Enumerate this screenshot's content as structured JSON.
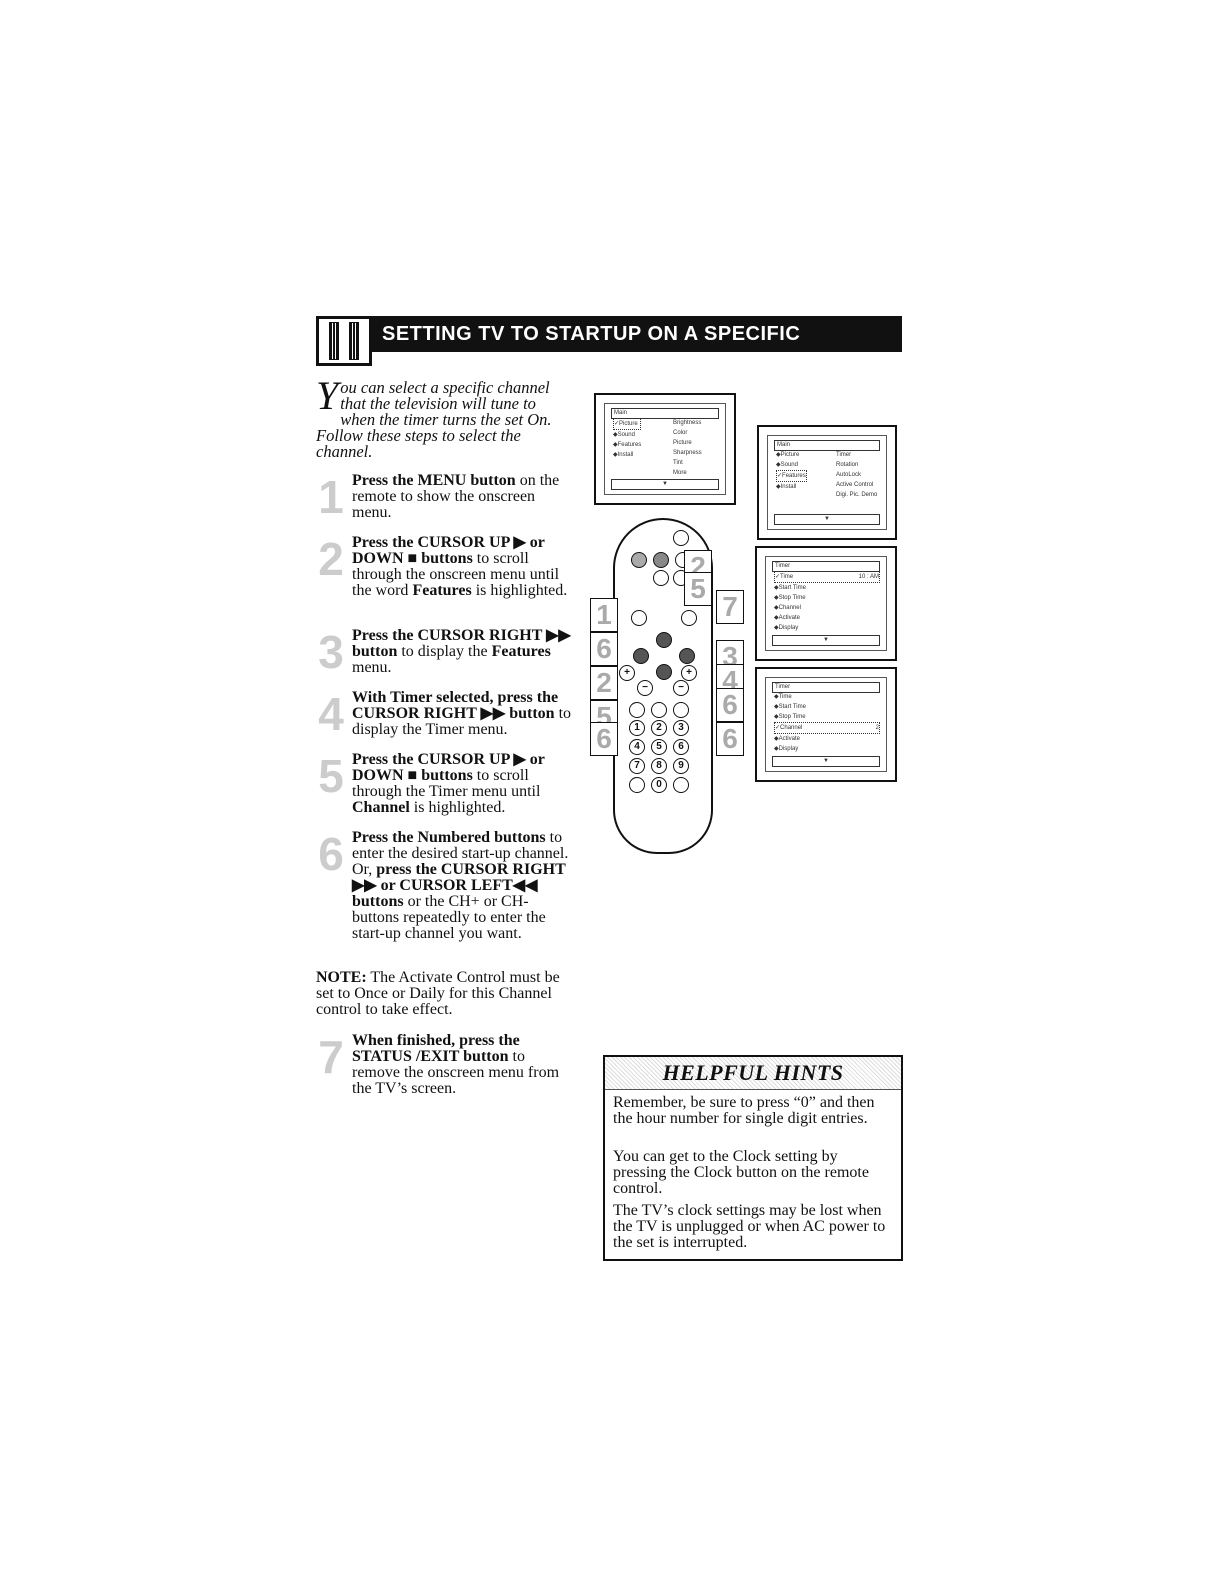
{
  "header": {
    "number": "11",
    "title": "SETTING TV TO STARTUP ON A SPECIFIC CHANNEL"
  },
  "intro": {
    "dropcap": "Y",
    "text": "ou can select a specific channel that the television will tune to when the timer turns the set On. Follow these steps to select the channel."
  },
  "steps": [
    {
      "num": "1",
      "bold": "Press the MENU button",
      "rest": " on the remote to show the onscreen menu."
    },
    {
      "num": "2",
      "bold": "Press the CURSOR UP ▶ or DOWN ■ buttons",
      "rest": " to scroll through the onscreen menu until the word ",
      "bold2": "Features",
      "rest2": " is highlighted."
    },
    {
      "num": "3",
      "bold": "Press the CURSOR RIGHT ▶▶ button",
      "rest": " to display the ",
      "bold2": "Features",
      "rest2": " menu."
    },
    {
      "num": "4",
      "bold": "With Timer selected, press the CURSOR RIGHT ▶▶ button",
      "rest": " to display the Timer menu."
    },
    {
      "num": "5",
      "bold": "Press the CURSOR UP ▶ or DOWN ■ buttons",
      "rest": " to scroll through the Timer menu until ",
      "bold2": "Channel",
      "rest2": " is highlighted."
    },
    {
      "num": "6",
      "bold": "Press the Numbered buttons",
      "rest": " to enter the desired start-up channel. Or, ",
      "bold2": "press the CURSOR RIGHT ▶▶ or CURSOR LEFT◀◀ buttons",
      "rest2": " or the CH+ or CH- buttons repeatedly to enter the start-up channel you want."
    },
    {
      "num": "7",
      "bold": "When finished, press the STATUS /EXIT button",
      "rest": " to remove the onscreen menu from the TV’s screen."
    }
  ],
  "note": {
    "label": "NOTE:",
    "text": " The Activate Control must be set to Once or Daily for this Channel control to take effect."
  },
  "screens": {
    "main": {
      "top": "Main",
      "left": [
        "✓Picture",
        "◆Sound",
        "◆Features",
        "◆Install"
      ],
      "right": [
        "Brightness",
        "Color",
        "Picture",
        "Sharpness",
        "Tint",
        "More"
      ]
    },
    "features": {
      "top": "Main",
      "left": [
        "◆Picture",
        "◆Sound",
        "✓Features",
        "◆Install"
      ],
      "right": [
        "Timer",
        "Rotation",
        "AutoLock",
        "Active Control",
        "Digi. Pic. Demo"
      ]
    },
    "timer": {
      "top": "Timer",
      "items": [
        "✓Time",
        "◆Start Time",
        "◆Stop Time",
        "◆Channel",
        "◆Activate",
        "◆Display"
      ],
      "value": "10 : AM"
    },
    "channel": {
      "top": "Timer",
      "items": [
        "◆Time",
        "◆Start Time",
        "◆Stop Time",
        "✓Channel",
        "◆Activate",
        "◆Display"
      ],
      "value": "2"
    }
  },
  "remote": {
    "badges": [
      "1",
      "2",
      "3",
      "4",
      "5",
      "6",
      "7"
    ],
    "digits": [
      "1",
      "2",
      "3",
      "4",
      "5",
      "6",
      "7",
      "8",
      "9",
      "0"
    ]
  },
  "hints": {
    "title": "HELPFUL HINTS",
    "items": [
      "Remember, be sure to press “0” and then the hour number for single digit entries.",
      "You can get to the Clock setting by pressing the Clock button on the remote control.",
      "The TV’s clock settings may be lost when the TV is unplugged or when AC power to the set is interrupted."
    ]
  }
}
